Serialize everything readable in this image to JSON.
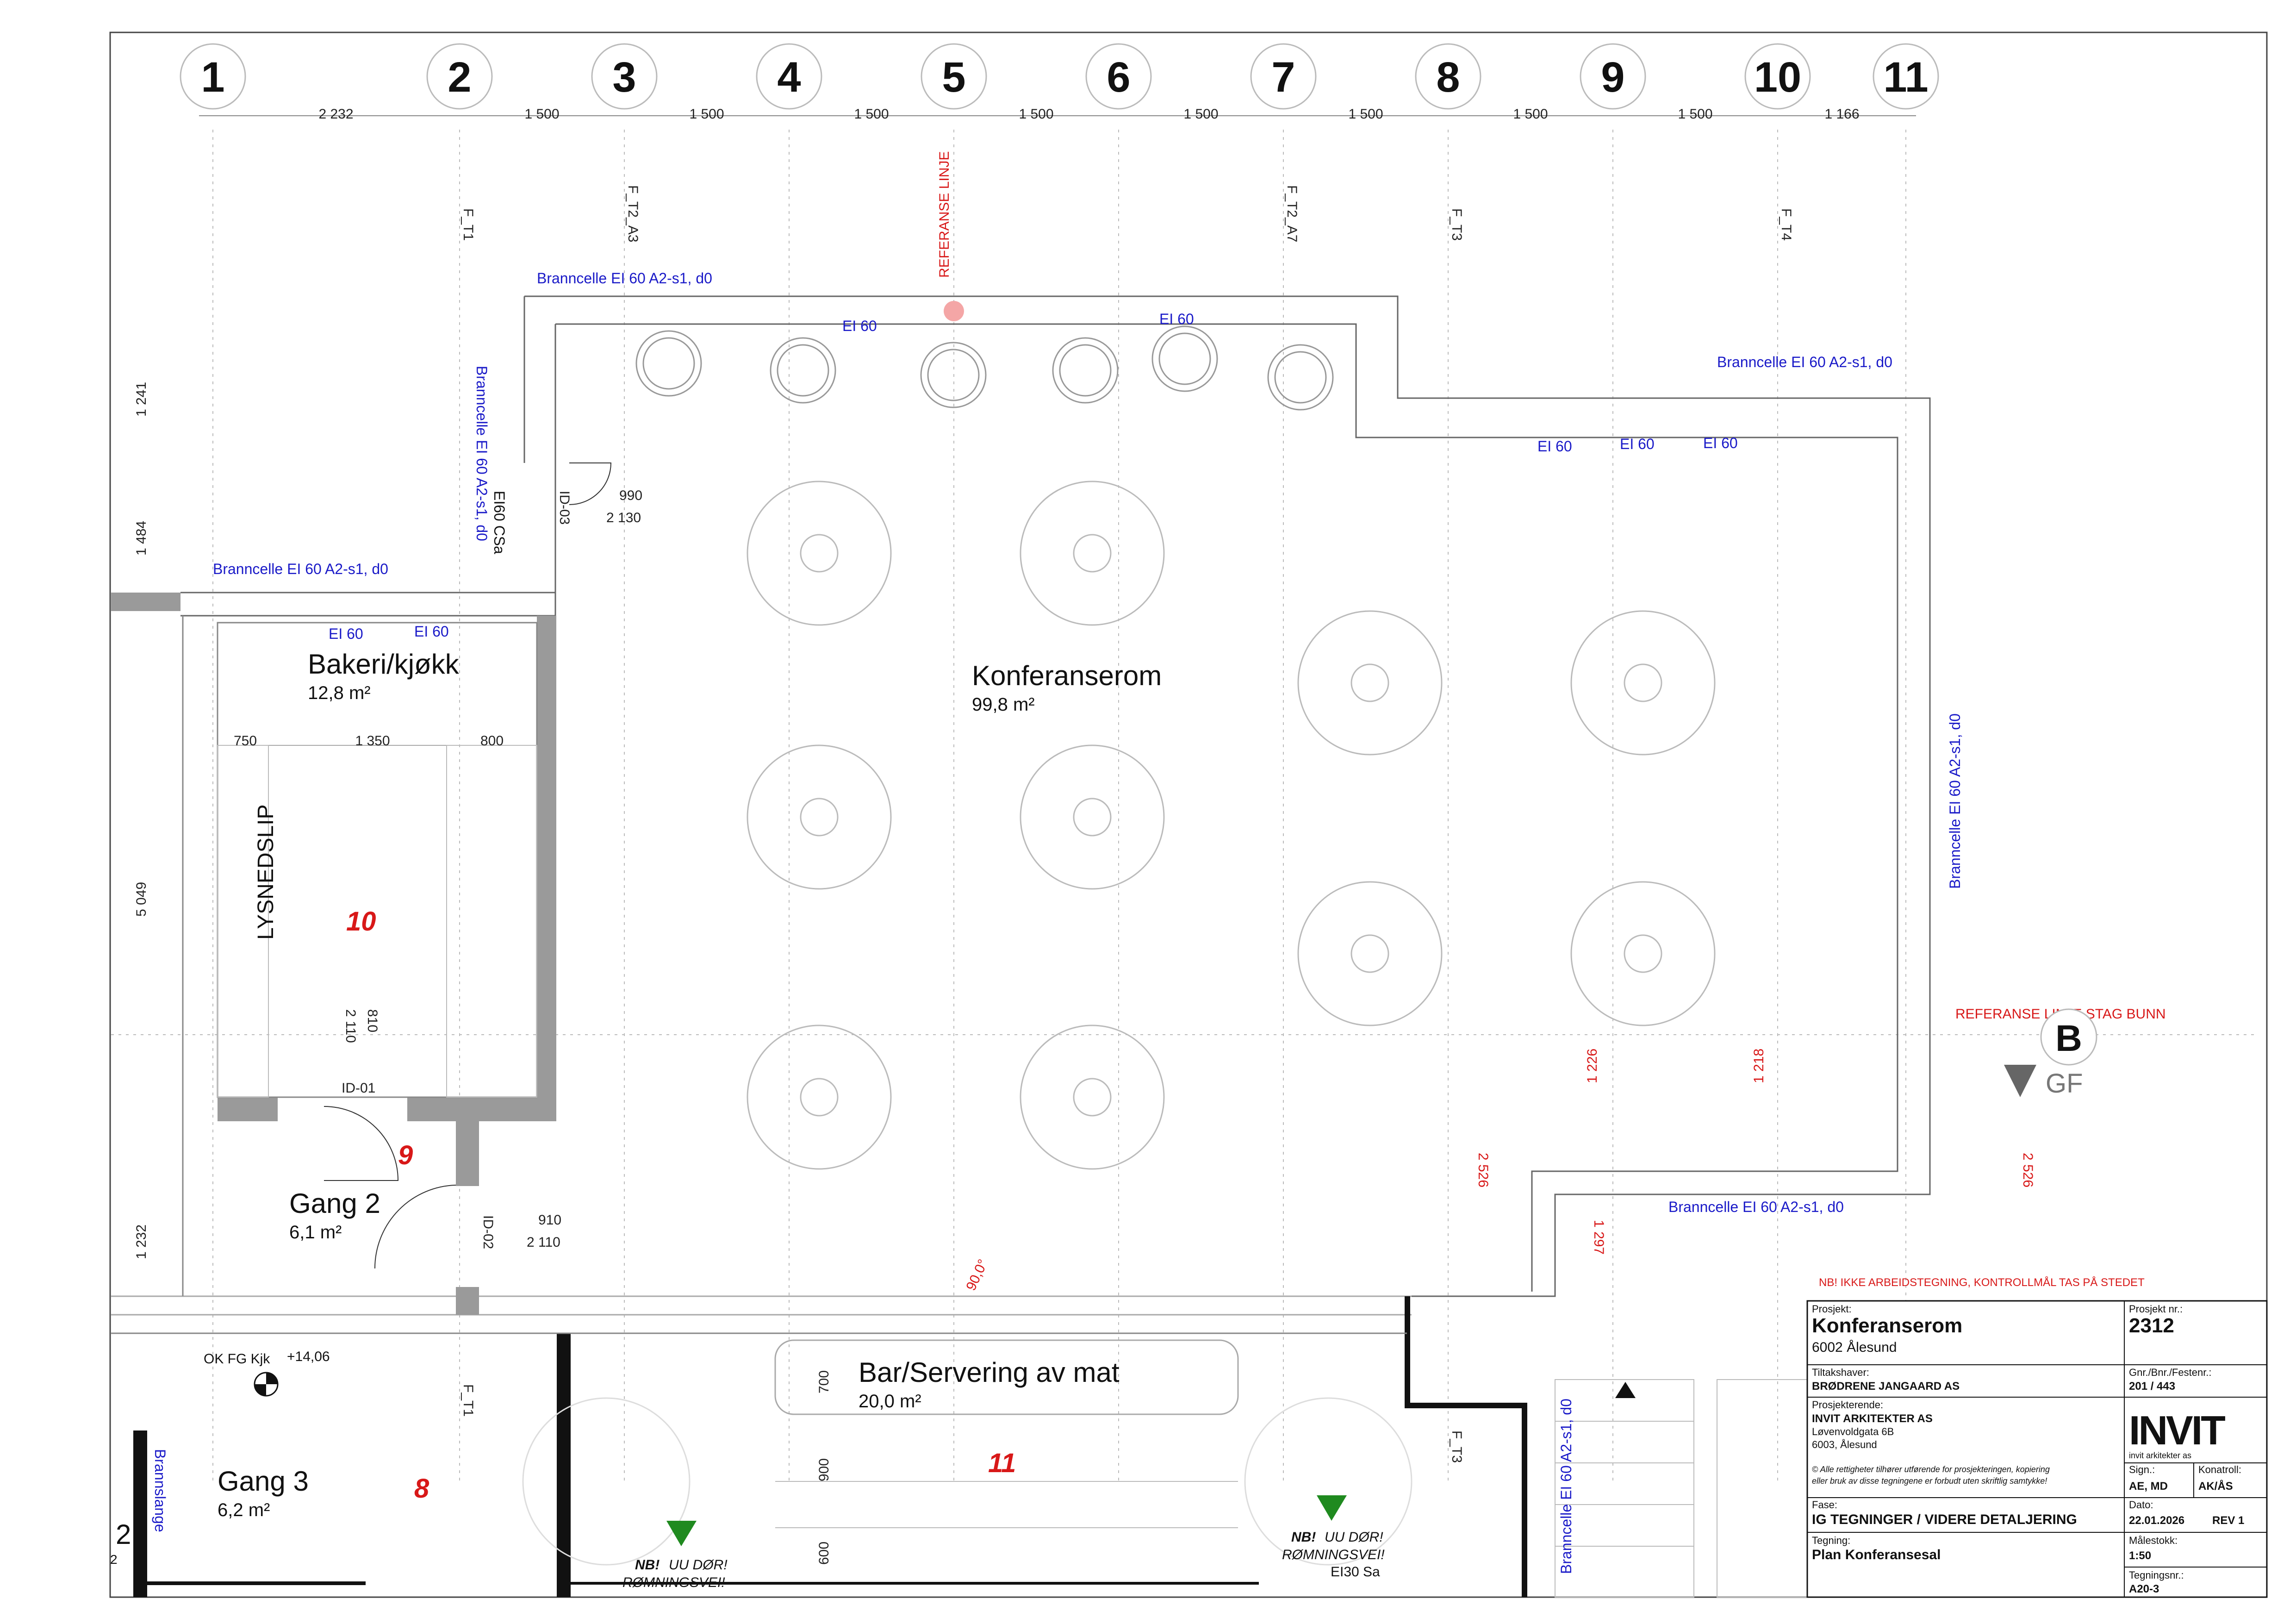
{
  "grid_columns": [
    "1",
    "2",
    "3",
    "4",
    "5",
    "6",
    "7",
    "8",
    "9",
    "10",
    "11"
  ],
  "grid_spacings": [
    "2 232",
    "1 500",
    "1 500",
    "1 500",
    "1 500",
    "1 500",
    "1 500",
    "1 500",
    "1 500",
    "1 166"
  ],
  "grid_markers": {
    "f_t1": "F_T1",
    "f_t2_a3": "F_T2_A3",
    "f_t2_a7": "F_T2_A7",
    "f_t3": "F_T3",
    "f_t4": "F_T4"
  },
  "reference_line": "REFERANSE LINJE",
  "reference_line_stag": "REFERANSE LINJE STAG BUNN",
  "section_mark": {
    "letter": "B",
    "sub": "GF"
  },
  "fire": {
    "branncelle": "Branncelle EI 60 A2-s1, d0",
    "ei60": "EI 60",
    "ei60_csa": "EI60 CSa",
    "ei30_sa": "EI30 Sa"
  },
  "doors": {
    "id03": {
      "id": "ID-03",
      "width": "990",
      "height": "2 130"
    },
    "id01": {
      "id": "ID-01",
      "width": "810",
      "height": "2 110"
    },
    "id02": {
      "id": "ID-02",
      "width": "910",
      "height": "2 110"
    }
  },
  "left_dims": [
    "1 241",
    "1 484",
    "5 049",
    "1 232"
  ],
  "kitchen_dims": [
    "750",
    "1 350",
    "800"
  ],
  "bar_dims": [
    "700",
    "900",
    "600"
  ],
  "right_dims": {
    "d2526": "2 526",
    "d1226": "1 226",
    "d1218": "1 218",
    "d1297": "1 297"
  },
  "angle": "90,0°",
  "rooms": {
    "konferanserom": {
      "name": "Konferanserom",
      "area": "99,8 m²"
    },
    "bakeri": {
      "name": "Bakeri/kjøkk",
      "area": "12,8 m²",
      "num": "10"
    },
    "lysnedslip": "LYSNEDSLIP",
    "gang2": {
      "name": "Gang 2",
      "area": "6,1 m²",
      "num": "9"
    },
    "gang3": {
      "name": "Gang 3",
      "area": "6,2 m²",
      "num": "8"
    },
    "bar": {
      "name": "Bar/Servering av mat",
      "area": "20,0 m²",
      "num": "11"
    }
  },
  "level": {
    "label": "OK FG Kjk",
    "value": "+14,06"
  },
  "brannslange": "Brannslange",
  "escape_note": {
    "nb": "NB!",
    "l1": "UU DØR!",
    "l2": "RØMNINGSVEI!"
  },
  "edge_marks": {
    "big": "2",
    "small": "2"
  },
  "title_block": {
    "warning": "NB! IKKE ARBEIDSTEGNING, KONTROLLMÅL TAS PÅ STEDET",
    "prosjekt_label": "Prosjekt:",
    "prosjekt": "Konferanserom",
    "prosjekt_sted": "6002 Ålesund",
    "prosjektnr_label": "Prosjekt nr.:",
    "prosjektnr": "2312",
    "tiltakshaver_label": "Tiltakshaver:",
    "tiltakshaver": "BRØDRENE JANGAARD AS",
    "gnr_label": "Gnr./Bnr./Festenr.:",
    "gnr": "201 / 443",
    "prosjekterende_label": "Prosjekterende:",
    "prosjekterende": "INVIT ARKITEKTER AS",
    "adresse1": "Løvenvoldgata 6B",
    "adresse2": "6003, Ålesund",
    "logo": "INVIT",
    "logo_sub": "invit arkitekter as",
    "rights1": "© Alle rettigheter tilhører utførende for prosjekteringen, kopiering",
    "rights2": "eller bruk av disse tegningene er forbudt uten skriftlig samtykke!",
    "sign_label": "Sign.:",
    "sign": "AE, MD",
    "kontroll_label": "Konatroll:",
    "kontroll": "AK/ÅS",
    "fase_label": "Fase:",
    "fase": "IG TEGNINGER / VIDERE DETALJERING",
    "dato_label": "Dato:",
    "dato": "22.01.2026",
    "rev": "REV 1",
    "tegning_label": "Tegning:",
    "tegning": "Plan Konferansesal",
    "malestokk_label": "Målestokk:",
    "malestokk": "1:50",
    "tegningsnr_label": "Tegningsnr.:",
    "tegningsnr": "A20-3"
  },
  "colors": {
    "fire_text": "#1a1ac8",
    "red_text": "#d81818",
    "escape_arrow": "#1f8a1f",
    "wall": "#9a9a9a"
  }
}
